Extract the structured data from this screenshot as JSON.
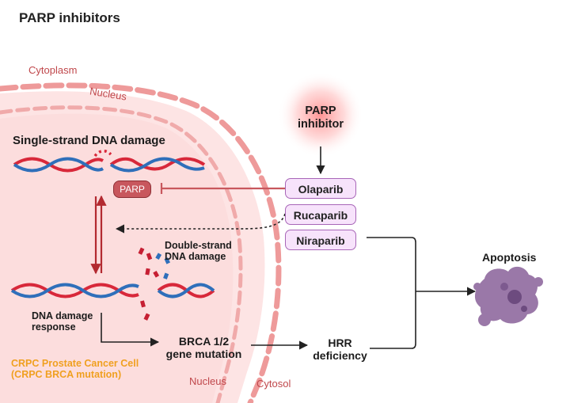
{
  "title": "PARP inhibitors",
  "regions": {
    "cytoplasm": "Cytoplasm",
    "nucleus_top": "Nucleus",
    "nucleus_bottom": "Nucleus",
    "cytosol": "Cytosol"
  },
  "labels": {
    "single_strand": "Single-strand DNA damage",
    "parp": "PARP",
    "double_strand_line1": "Double-strand",
    "double_strand_line2": "DNA damage",
    "dna_response_line1": "DNA damage",
    "dna_response_line2": "response",
    "brca_line1": "BRCA 1/2",
    "brca_line2": "gene mutation",
    "hrr_line1": "HRR",
    "hrr_line2": "deficiency",
    "parp_inhibitor_line1": "PARP",
    "parp_inhibitor_line2": "inhibitor",
    "apoptosis": "Apoptosis",
    "cell_line1": "CRPC Prostate Cancer Cell",
    "cell_line2": "(CRPC BRCA mutation)"
  },
  "drugs": [
    "Olaparib",
    "Rucaparib",
    "Niraparib"
  ],
  "colors": {
    "cell_fill": "#fde4e4",
    "membrane": "#ee9a9a",
    "strand_red": "#d8283a",
    "strand_blue": "#2f6fba",
    "drug_fill": "#f7e3fb",
    "drug_border": "#a866b8",
    "apoptosis": "#9a78a8",
    "cell_label": "#f0a020",
    "glow": "#ff3b3b"
  }
}
